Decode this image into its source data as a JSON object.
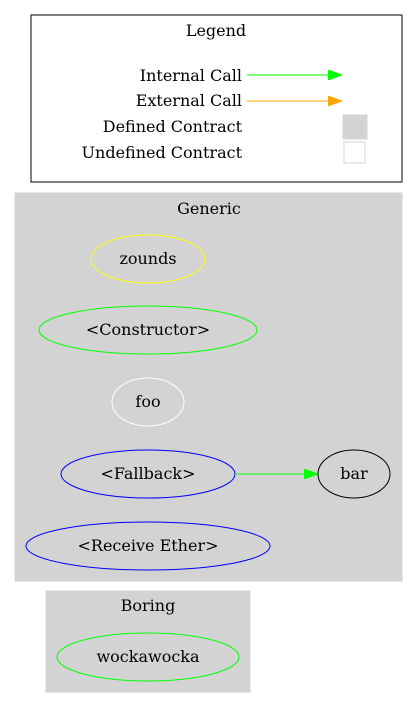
{
  "legend": {
    "title": "Legend",
    "internal_call": "Internal Call",
    "external_call": "External Call",
    "defined_contract": "Defined Contract",
    "undefined_contract": "Undefined Contract",
    "colors": {
      "internal_call": "#00ff00",
      "external_call": "#ffa500",
      "defined_fill": "#d3d3d3",
      "undefined_stroke": "#d3d3d3"
    }
  },
  "clusters": {
    "generic": {
      "title": "Generic",
      "nodes": {
        "zounds": {
          "label": "zounds",
          "stroke": "#ffff00"
        },
        "constructor": {
          "label": "<Constructor>",
          "stroke": "#00ff00"
        },
        "foo": {
          "label": "foo",
          "stroke": "#ffffff"
        },
        "fallback": {
          "label": "<Fallback>",
          "stroke": "#0000ff"
        },
        "bar": {
          "label": "bar",
          "stroke": "#000000"
        },
        "receive_ether": {
          "label": "<Receive Ether>",
          "stroke": "#0000ff"
        }
      }
    },
    "boring": {
      "title": "Boring",
      "nodes": {
        "wockawocka": {
          "label": "wockawocka",
          "stroke": "#00ff00"
        }
      }
    }
  },
  "edges": [
    {
      "from": "fallback",
      "to": "bar",
      "type": "internal_call",
      "color": "#00ff00"
    }
  ]
}
